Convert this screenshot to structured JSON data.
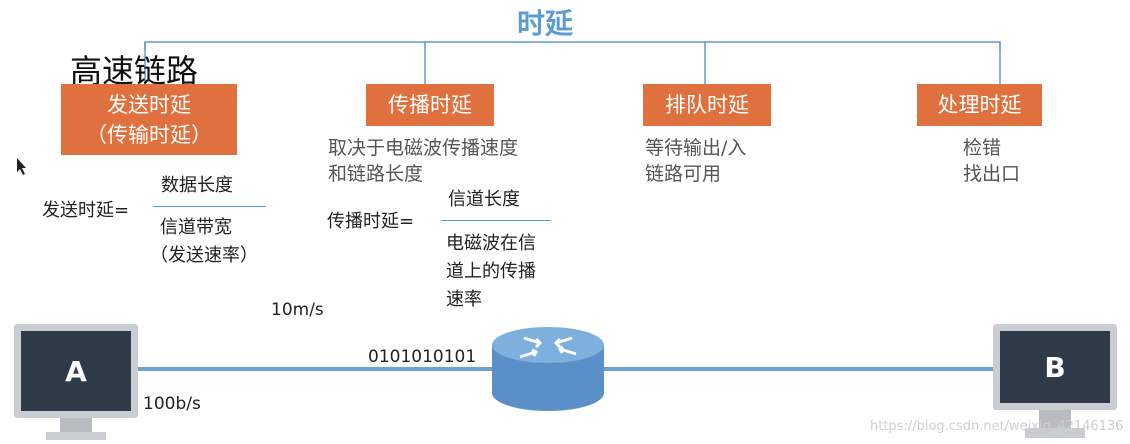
{
  "title": "时延",
  "subtitle": "高速链路",
  "categories": [
    {
      "label_line1": "发送时延",
      "label_line2": "（传输时延）",
      "desc": []
    },
    {
      "label_line1": "传播时延",
      "label_line2": "",
      "desc": [
        "取决于电磁波传播速度",
        "和链路长度"
      ]
    },
    {
      "label_line1": "排队时延",
      "label_line2": "",
      "desc": [
        "等待输出/入",
        "链路可用"
      ]
    },
    {
      "label_line1": "处理时延",
      "label_line2": "",
      "desc": [
        "检错",
        "找出口"
      ]
    }
  ],
  "formula_send": {
    "lhs": "发送时延=",
    "numerator": "数据长度",
    "denominator_line1": "信道带宽",
    "denominator_line2": "（发送速率）"
  },
  "formula_prop": {
    "lhs": "传播时延=",
    "numerator": "信道长度",
    "denominator_lines": [
      "电磁波在信",
      "道上的传播",
      "速率"
    ]
  },
  "network": {
    "host_a": "A",
    "host_b": "B",
    "bits": "0101010101",
    "speed_prop": "10m/s",
    "speed_send": "100b/s"
  },
  "watermark": "https://blog.csdn.net/weixin_42146136",
  "colors": {
    "accent": "#5b9bd5",
    "box": "#e0713f",
    "router": "#5b8fc7"
  }
}
